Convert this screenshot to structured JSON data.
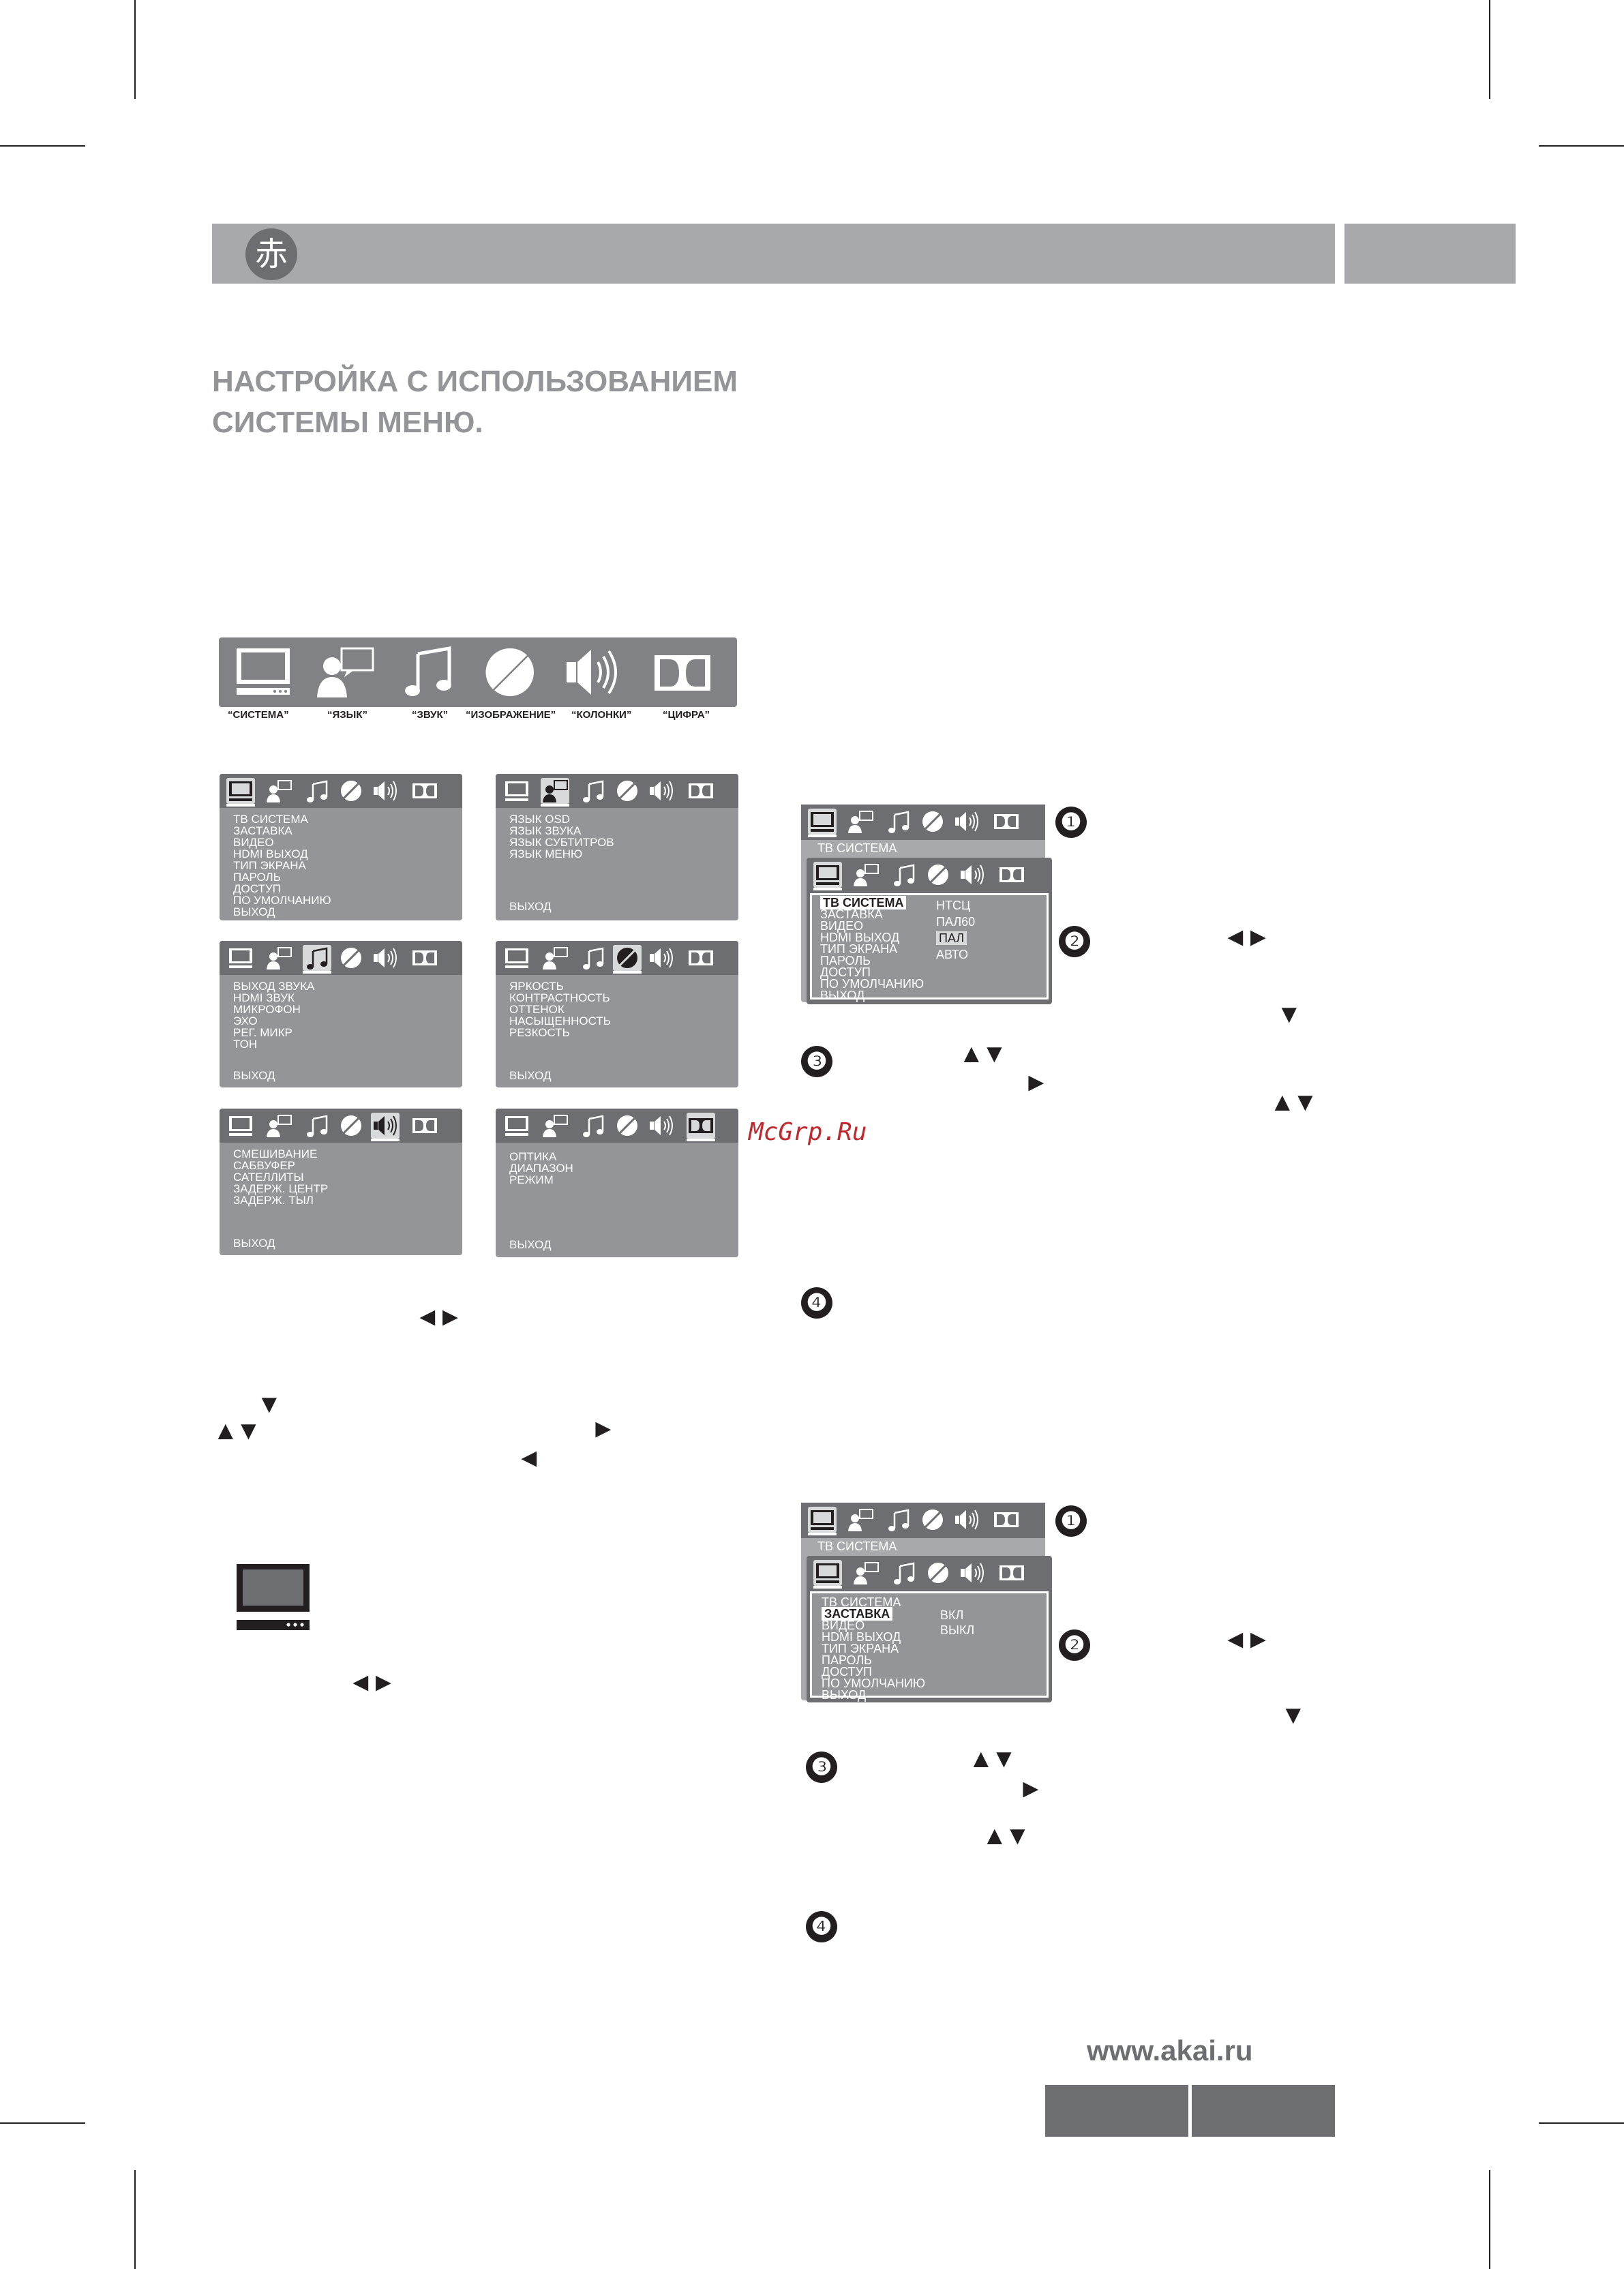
{
  "heading": {
    "line1": "НАСТРОЙКА С ИСПОЛЬЗОВАНИЕМ",
    "line2": "СИСТЕМЫ МЕНЮ."
  },
  "logo_glyph": "赤",
  "main_menu": {
    "captions": [
      "“СИСТЕМА”",
      "“ЯЗЫК”",
      "“ЗВУК”",
      "“ИЗОБРАЖЕНИЕ”",
      "“КОЛОНКИ”",
      "“ЦИФРА”"
    ],
    "icons": [
      "tv-icon",
      "language-icon",
      "music-note-icon",
      "picture-icon",
      "speaker-icon",
      "dolby-icon"
    ]
  },
  "screens": {
    "system": {
      "items": [
        "ТВ  СИСТЕМА",
        "ЗАСТАВКА",
        "ВИДЕО",
        "HDMI ВЫХОД",
        "ТИП ЭКРАНА",
        "ПАРОЛЬ",
        "ДОСТУП",
        "ПО УМОЛЧАНИЮ",
        "ВЫХОД"
      ]
    },
    "language": {
      "items": [
        "ЯЗЫК OSD",
        "ЯЗЫК ЗВУКА",
        "ЯЗЫК СУБТИТРОВ",
        "ЯЗЫК МЕНЮ"
      ],
      "exit": "ВЫХОД"
    },
    "audio": {
      "items": [
        "ВЫХОД  ЗВУКА",
        "HDMI ЗВУК",
        "МИКРОФОН",
        "ЭХО",
        "РЕГ. МИКР",
        "ТОН"
      ],
      "exit": "ВЫХОД"
    },
    "picture": {
      "items": [
        "ЯРКОСТЬ",
        "КОНТРАСТНОСТЬ",
        "ОТТЕНОК",
        "НАСЫЩЕННОСТЬ",
        "РЕЗКОСТЬ"
      ],
      "exit": "ВЫХОД"
    },
    "speakers": {
      "items": [
        "СМЕШИВАНИЕ",
        "САБВУФЕР",
        "САТЕЛЛИТЫ",
        "ЗАДЕРЖ. ЦЕНТР",
        "ЗАДЕРЖ. ТЫЛ"
      ],
      "exit": "ВЫХОД"
    },
    "digital": {
      "items": [
        "ОПТИКА",
        "ДИАПАЗОН",
        "РЕЖИМ"
      ],
      "exit": "ВЫХОД"
    }
  },
  "example1": {
    "back_title": "ТВ  СИСТЕМА",
    "items": [
      "ТВ  СИСТЕМА",
      "ЗАСТАВКА",
      "ВИДЕО",
      "HDMI ВЫХОД",
      "ТИП ЭКРАНА",
      "ПАРОЛЬ",
      "ДОСТУП",
      "ПО УМОЛЧАНИЮ",
      "ВЫХОД"
    ],
    "options": [
      "НТСЦ",
      "ПАЛ60",
      "ПАЛ",
      "АВТО"
    ]
  },
  "example2": {
    "back_title": "ТВ  СИСТЕМА",
    "items": [
      "ТВ  СИСТЕМА",
      "ЗАСТАВКА",
      "ВИДЕО",
      "HDMI ВЫХОД",
      "ТИП ЭКРАНА",
      "ПАРОЛЬ",
      "ДОСТУП",
      "ПО УМОЛЧАНИЮ",
      "ВЫХОД"
    ],
    "options": [
      "ВКЛ",
      "ВЫКЛ"
    ]
  },
  "steps": [
    "❶",
    "❷",
    "❸",
    "❹"
  ],
  "arrows": {
    "left_right": "◄►",
    "up_down": "▲▼",
    "down": "▼",
    "right": "►",
    "left": "◄"
  },
  "watermark": "McGrp.Ru",
  "website": "www.akai.ru",
  "colors": {
    "band": "#a7a9ac",
    "heading": "#939598",
    "screen": "#939598",
    "dark": "#6d6e71",
    "watermark": "#c1272d"
  }
}
